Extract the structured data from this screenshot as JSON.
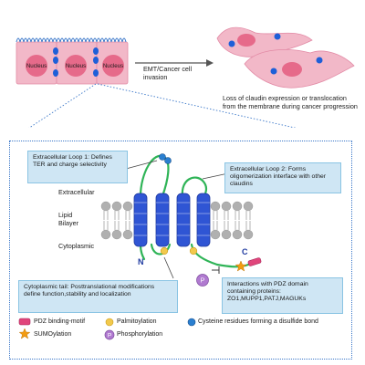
{
  "top": {
    "nucleus_labels": [
      "Nucleus",
      "Nucleus",
      "Nucleus"
    ],
    "arrow_label": "EMT/Cancer cell invasion",
    "loss_text": "Loss of claudin expression or translocation from the membrane during cancer progression"
  },
  "diagram": {
    "loop1": "Extracellular Loop 1: Defines TER and charge selectivity",
    "loop2": "Extracellular Loop 2: Forms oligomerization interface with other claudins",
    "extracellular": "Extracellular",
    "lipid_bilayer": "Lipid Bilayer",
    "cytoplasmic": "Cytoplasmic",
    "n_terminus": "N",
    "c_terminus": "C",
    "p_label": "P",
    "tail": "Cytoplasmic tail: Posttranslational modifications define function,stability and localization",
    "pdz": "Interactions with PDZ domain containing proteins: ZO1,MUPP1,PATJ,MAGUKs"
  },
  "legend": {
    "pdz_motif": "PDZ binding-motif",
    "palmitoylation": "Palmitoylation",
    "cysteine": "Cysteine residues forming a disulfide bond",
    "sumoylation": "SUMOylation",
    "phosphorylation": "Phosphorylation",
    "p_symbol": "P"
  },
  "colors": {
    "cell_pink": "#f2b8c8",
    "nucleus_pink": "#e66a8a",
    "claudin_blue": "#2f55d4",
    "junction_blue": "#1e5fd8",
    "loop_green": "#2fb457",
    "box_fill": "#cfe6f4",
    "dotted_border": "#3a77c9",
    "palmitoyl_yellow": "#f2c94c",
    "sumo_orange": "#f39c12",
    "phospho_purple": "#9b59b6",
    "pdz_pink": "#e0457b"
  }
}
